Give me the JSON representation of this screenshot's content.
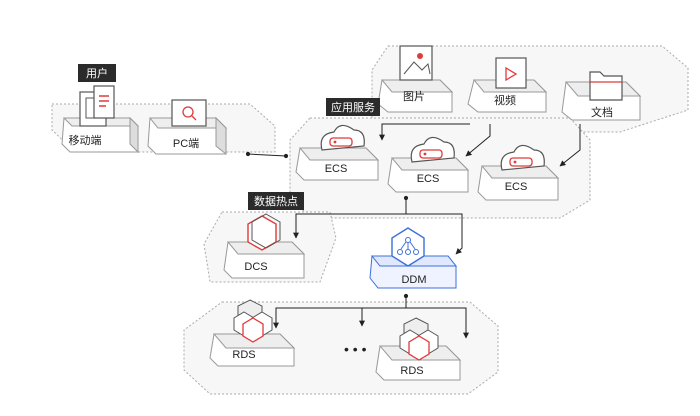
{
  "groups": {
    "user": "用户",
    "app_service": "应用服务",
    "data_hotspot": "数据热点"
  },
  "nodes": {
    "mobile": "移动端",
    "pc": "PC端",
    "image": "图片",
    "video": "视频",
    "doc": "文档",
    "ecs1": "ECS",
    "ecs2": "ECS",
    "ecs3": "ECS",
    "dcs": "DCS",
    "ddm": "DDM",
    "rds1": "RDS",
    "rds2": "RDS",
    "ellipsis": "• • •"
  },
  "colors": {
    "accent_red": "#e03a3a",
    "ddm_blue": "#3d6fd8",
    "tag_bg": "#2b2b2b",
    "border_gray": "#888888"
  }
}
